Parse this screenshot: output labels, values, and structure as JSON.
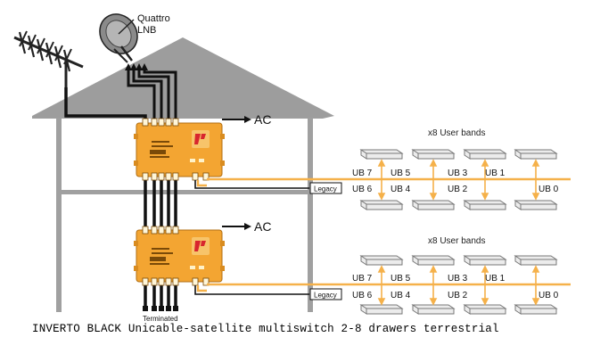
{
  "labels": {
    "lnb": "Quattro\nLNB",
    "ac": "AC",
    "user_bands": "x8 User bands",
    "legacy": "Legacy",
    "terminated": "Terminated"
  },
  "user_band_labels": {
    "upper": [
      "UB 7",
      "UB 5",
      "UB 3",
      "UB 1"
    ],
    "lower": [
      "UB 6",
      "UB 4",
      "UB 2",
      "UB 0"
    ]
  },
  "caption": "INVERTO BLACK Unicable-satellite multiswitch 2-8 drawers terrestrial",
  "colors": {
    "house": "#9c9c9c",
    "cable": "#f5b14a",
    "device": "#f3a532",
    "logo": "#d8262e",
    "receiver": "#ececec"
  },
  "icons": [
    "satellite-dish-icon",
    "terrestrial-antenna-icon",
    "multiswitch-icon",
    "receiver-icon"
  ]
}
